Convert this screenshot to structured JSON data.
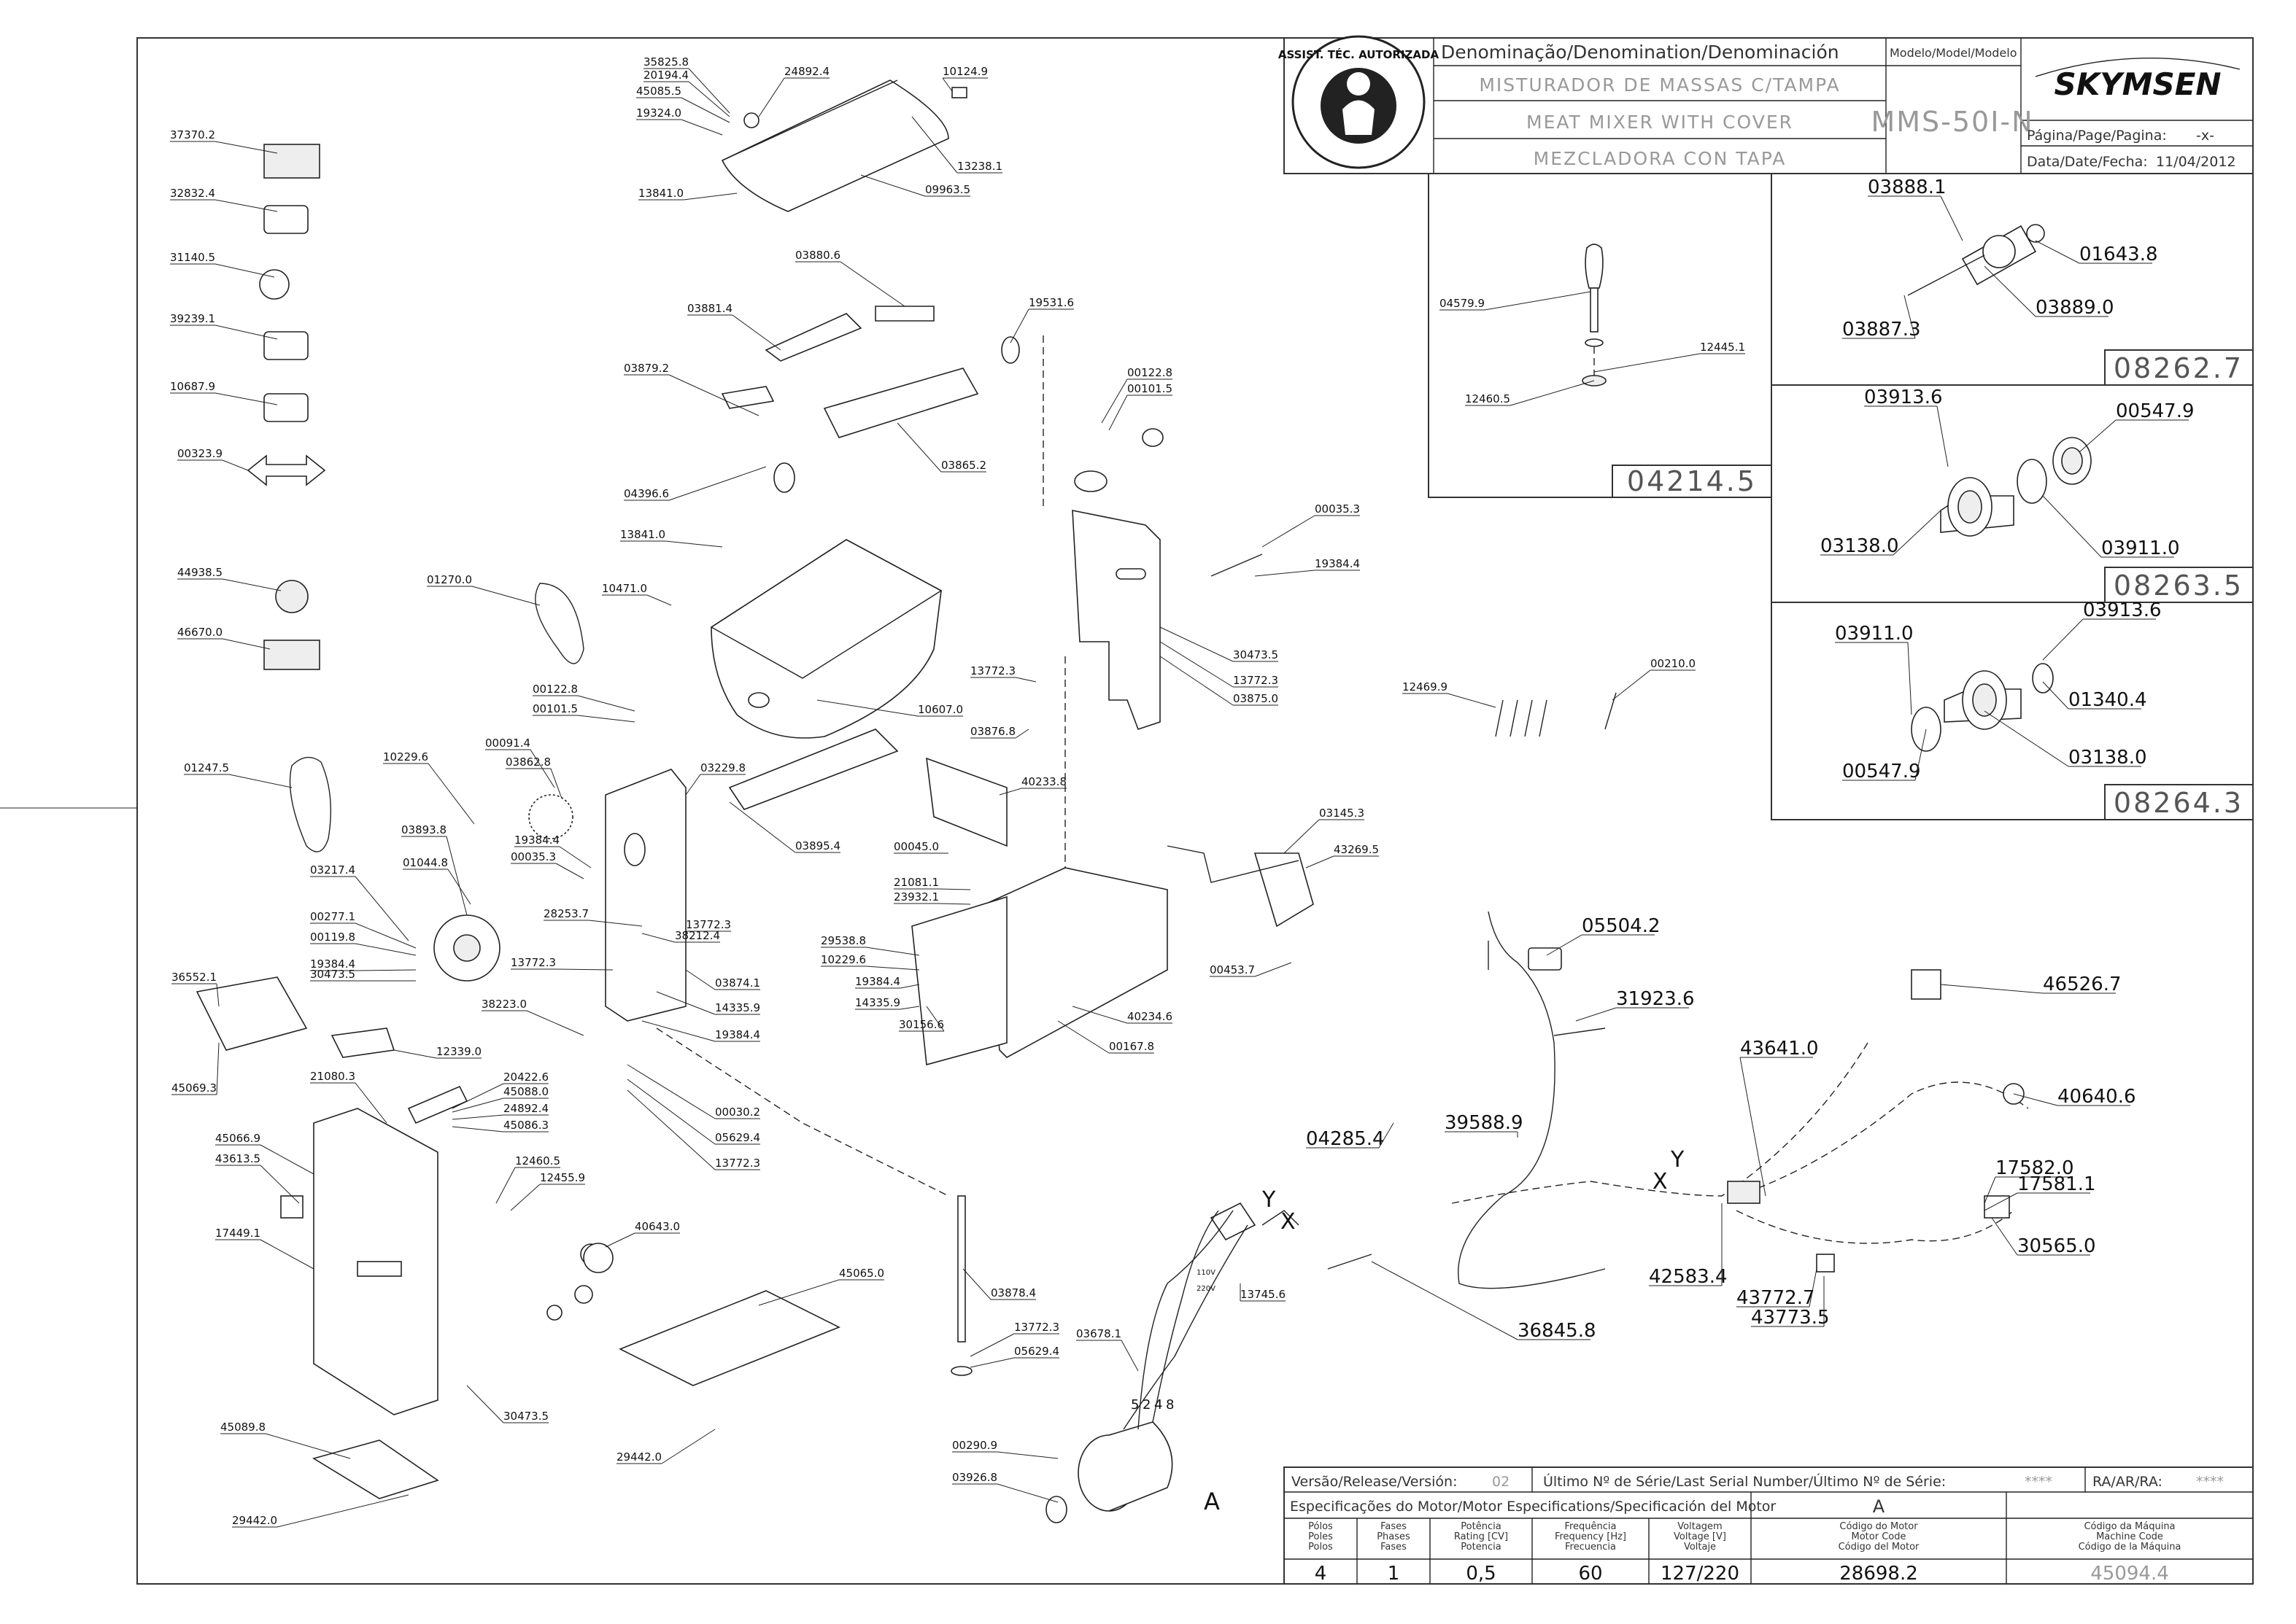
{
  "title_block": {
    "denomination_header": "Denominação/Denomination/Denominación",
    "name_pt": "MISTURADOR DE MASSAS C/TAMPA",
    "name_en": "MEAT MIXER WITH COVER",
    "name_es": "MEZCLADORA CON TAPA",
    "model_header": "Modelo/Model/Modelo",
    "model_value": "MMS-50I-N",
    "brand": "SKYMSEN",
    "page_label": "Página/Page/Pagina:",
    "page_value": "-x-",
    "date_label": "Data/Date/Fecha:",
    "date_value": "11/04/2012",
    "seal_text": "ASSISTÊNCIA TÉCNICA AUTORIZADA"
  },
  "bottom_block": {
    "version_label": "Versão/Release/Versión:",
    "version_value": "02",
    "serial_label": "Último Nº de Série/Last Serial Number/Último Nº de Série:",
    "serial_value": "****",
    "ra_label": "RA/AR/RA:",
    "ra_value": "****",
    "motor_spec_label": "Especificações do Motor/Motor Especifications/Specificación del Motor",
    "motor_ref": "A",
    "columns": [
      {
        "l1": "Pólos",
        "l2": "Poles",
        "l3": "Polos",
        "value": "4"
      },
      {
        "l1": "Fases",
        "l2": "Phases",
        "l3": "Fases",
        "value": "1"
      },
      {
        "l1": "Potência",
        "l2": "Rating [CV]",
        "l3": "Potencia",
        "value": "0,5"
      },
      {
        "l1": "Frequência",
        "l2": "Frequency [Hz]",
        "l3": "Frecuencia",
        "value": "60"
      },
      {
        "l1": "Voltagem",
        "l2": "Voltage [V]",
        "l3": "Voltaje",
        "value": "127/220"
      },
      {
        "l1": "Código do Motor",
        "l2": "Motor Code",
        "l3": "Código del Motor",
        "value": "28698.2"
      },
      {
        "l1": "Código da Máquina",
        "l2": "Machine Code",
        "l3": "Código de la Máquina",
        "value": "45094.4"
      }
    ]
  },
  "kits": [
    "04214.5",
    "08262.7",
    "08263.5",
    "08264.3"
  ],
  "wiring_markers": {
    "a": "A",
    "x": "X",
    "y": "Y",
    "v110": "110V",
    "v220": "220V",
    "m5": "5",
    "m2": "2",
    "m4": "4",
    "m8": "8"
  },
  "parts": [
    "35825.8",
    "20194.4",
    "45085.5",
    "19324.0",
    "13841.0",
    "24892.4",
    "10124.9",
    "13238.1",
    "09963.5",
    "37370.2",
    "32832.4",
    "31140.5",
    "39239.1",
    "10687.9",
    "00323.9",
    "44938.5",
    "46670.0",
    "03880.6",
    "03881.4",
    "19531.6",
    "03879.2",
    "04396.6",
    "03865.2",
    "13841.0",
    "10471.0",
    "01270.0",
    "10607.0",
    "00122.8",
    "00101.5",
    "00091.4",
    "03862.8",
    "03229.8",
    "10229.6",
    "01247.5",
    "03893.8",
    "01044.8",
    "19384.4",
    "00035.3",
    "03895.4",
    "03217.4",
    "00277.1",
    "00119.8",
    "19384.4",
    "30473.5",
    "28253.7",
    "38212.4",
    "13772.3",
    "13772.3",
    "03874.1",
    "14335.9",
    "19384.4",
    "38223.0",
    "36552.1",
    "45069.3",
    "12339.0",
    "21080.3",
    "20422.6",
    "45088.0",
    "24892.4",
    "45086.3",
    "45066.9",
    "43613.5",
    "17449.1",
    "12460.5",
    "12455.9",
    "40643.0",
    "00030.2",
    "05629.4",
    "13772.3",
    "30473.5",
    "45089.8",
    "29442.0",
    "45065.0",
    "29442.0",
    "00122.8",
    "00101.5",
    "00035.3",
    "19384.4",
    "30473.5",
    "13772.3",
    "03875.0",
    "13772.3",
    "03876.8",
    "40233.8",
    "00045.0",
    "21081.1",
    "23932.1",
    "29538.8",
    "10229.6",
    "19384.4",
    "14335.9",
    "30156.6",
    "40234.6",
    "00167.8",
    "03145.3",
    "43269.5",
    "00453.7",
    "12469.9",
    "00210.0",
    "03878.4",
    "13772.3",
    "05629.4",
    "03678.1",
    "13745.6",
    "00290.9",
    "03926.8",
    "04579.9",
    "12445.1",
    "12460.5",
    "03888.1",
    "01643.8",
    "03889.0",
    "03887.3",
    "03913.6",
    "00547.9",
    "03138.0",
    "03911.0",
    "03911.0",
    "03913.6",
    "01340.4",
    "03138.0",
    "00547.9",
    "05504.2",
    "31923.6",
    "39588.9",
    "04285.4",
    "43641.0",
    "46526.7",
    "40640.6",
    "17582.0",
    "17581.1",
    "30565.0",
    "42583.4",
    "43772.7",
    "43773.5",
    "36845.8"
  ]
}
